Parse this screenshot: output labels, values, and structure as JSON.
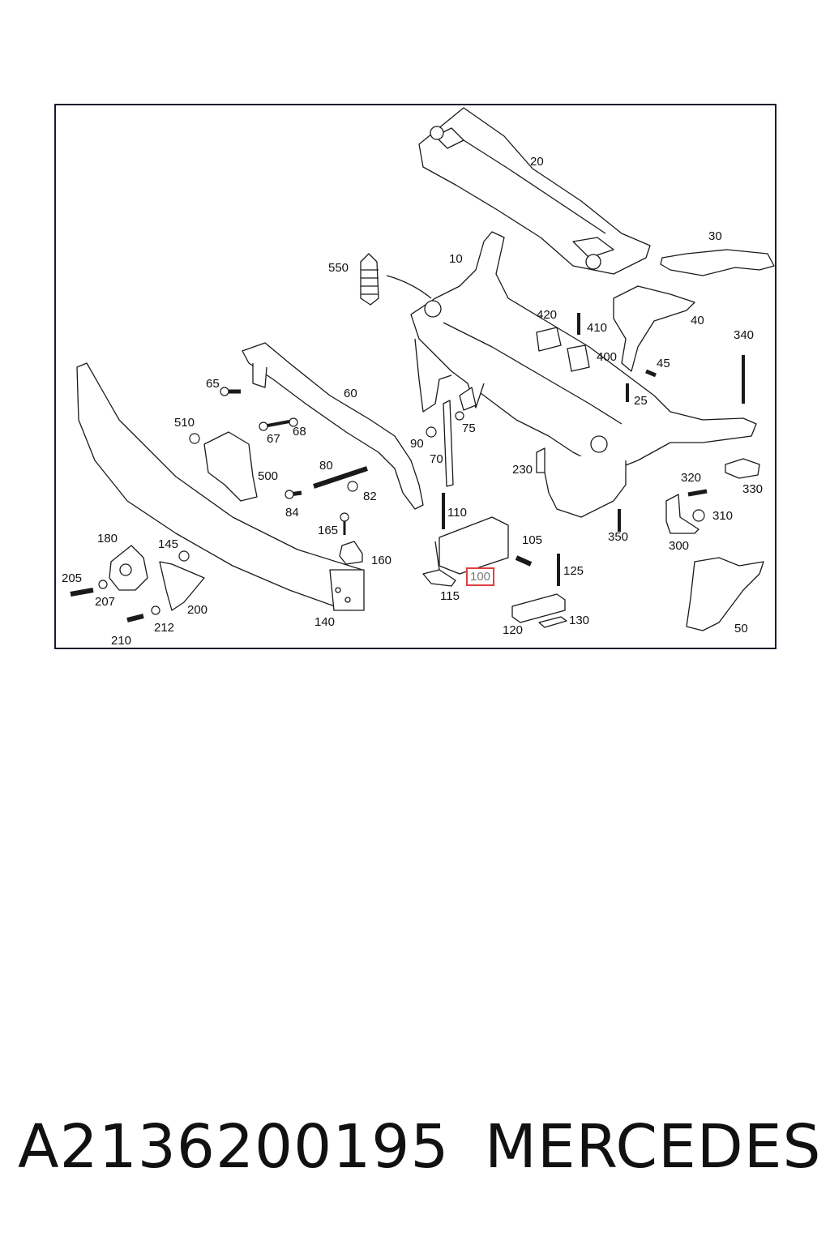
{
  "diagram": {
    "callouts": {
      "c20": "20",
      "c30": "30",
      "c10": "10",
      "c550": "550",
      "c420": "420",
      "c410": "410",
      "c400": "400",
      "c40": "40",
      "c340": "340",
      "c45": "45",
      "c25": "25",
      "c65": "65",
      "c60": "60",
      "c510": "510",
      "c67": "67",
      "c68": "68",
      "c90": "90",
      "c75": "75",
      "c70": "70",
      "c230": "230",
      "c320": "320",
      "c330": "330",
      "c500": "500",
      "c80": "80",
      "c82": "82",
      "c84": "84",
      "c110": "110",
      "c165": "165",
      "c160": "160",
      "c105": "105",
      "c310": "310",
      "c350": "350",
      "c300": "300",
      "c180": "180",
      "c145": "145",
      "c125": "125",
      "c100": "100",
      "c115": "115",
      "c205": "205",
      "c207": "207",
      "c200": "200",
      "c140": "140",
      "c212": "212",
      "c130": "130",
      "c120": "120",
      "c210": "210",
      "c50": "50"
    },
    "highlighted_callout": "100",
    "highlight_color": "#e04040",
    "line_color": "#1a1a1a"
  },
  "footer": {
    "part_number": "A2136200195",
    "brand": "MERCEDES"
  }
}
